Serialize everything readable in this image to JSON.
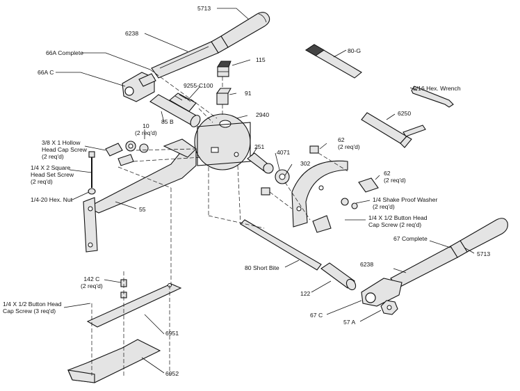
{
  "labels": {
    "p5713_top": "5713",
    "p6238_top": "6238",
    "p66a_complete": "66A Complete",
    "p66a_c": "66A C",
    "p115": "115",
    "p80g": "80-G",
    "p9255": "9255-C100",
    "p91": "91",
    "p5_16_wrench": "5/16 Hex. Wrench",
    "p10": "10\n(2 req'd)",
    "p85b": "85 B",
    "p2940": "2940",
    "p6250": "6250",
    "p38_hollow": "3/8 X 1 Hollow\nHead Cap Screw\n(2 req'd)",
    "p251": "251",
    "p4071": "4071",
    "p62_top": "62\n(2 req'd)",
    "p14_square": "1/4 X 2 Square\nHead Set Screw\n(2 req'd)",
    "p302": "302",
    "p62_mid": "62\n(2 req'd)",
    "p14_nut": "1/4-20 Hex. Nut",
    "p14_washer": "1/4 Shake Proof Washer\n(2 req'd)",
    "p55": "55",
    "p14_button_right": "1/4 X 1/2 Button Head\nCap Screw (2 req'd)",
    "p67_complete": "67 Complete",
    "p5713_bottom": "5713",
    "p80_short": "80 Short Bite",
    "p6238_bottom": "6238",
    "p142c": "142 C\n(2 req'd)",
    "p122": "122",
    "p14_button_left": "1/4 X 1/2 Button Head\nCap Screw (3 req'd)",
    "p67c": "67 C",
    "p57a": "57 A",
    "p6951": "6951",
    "p6952": "6952"
  }
}
